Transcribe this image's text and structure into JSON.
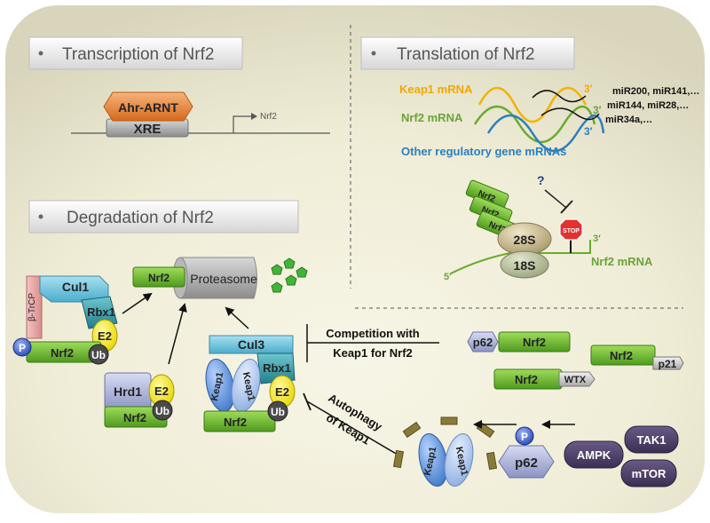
{
  "sections": {
    "transcription": "Transcription of Nrf2",
    "translation": "Translation of Nrf2",
    "degradation": "Degradation of Nrf2"
  },
  "transcription": {
    "ahr": "Ahr-ARNT",
    "xre": "XRE",
    "nrf2_gene": "Nrf2"
  },
  "translation": {
    "keap1_mrna": "Keap1 mRNA",
    "nrf2_mrna_label": "Nrf2 mRNA",
    "other_mrnas": "Other regulatory gene mRNAs",
    "prime": "3′",
    "mir_line1": "miR200, miR141,…",
    "mir_line2": "miR144, miR28,…",
    "mir_line3": "miR34a,…",
    "question": "?",
    "stop": "STOP",
    "ribo_large": "28S",
    "ribo_small": "18S",
    "five_prime": "5′",
    "three_prime": "3′",
    "mrna_label": "Nrf2 mRNA",
    "nascent": "Nrf2"
  },
  "degradation": {
    "nrf2": "Nrf2",
    "proteasome": "Proteasome",
    "cul1": "Cul1",
    "rbx1": "Rbx1",
    "btrcp": "β-TrCP",
    "p": "P",
    "e2": "E2",
    "ub": "Ub",
    "hrd1": "Hrd1",
    "cul3": "Cul3",
    "keap1": "Keap1"
  },
  "competition": {
    "line1": "Competition with",
    "line2": "Keap1 for Nrf2",
    "p62": "p62",
    "nrf2": "Nrf2",
    "p21": "p21",
    "wtx": "WTX"
  },
  "autophagy": {
    "line1": "Autophagy",
    "line2": "of Keap1",
    "keap1": "Keap1",
    "p": "P",
    "p62": "p62",
    "ampk": "AMPK",
    "tak1": "TAK1",
    "mtor": "mTOR"
  }
}
